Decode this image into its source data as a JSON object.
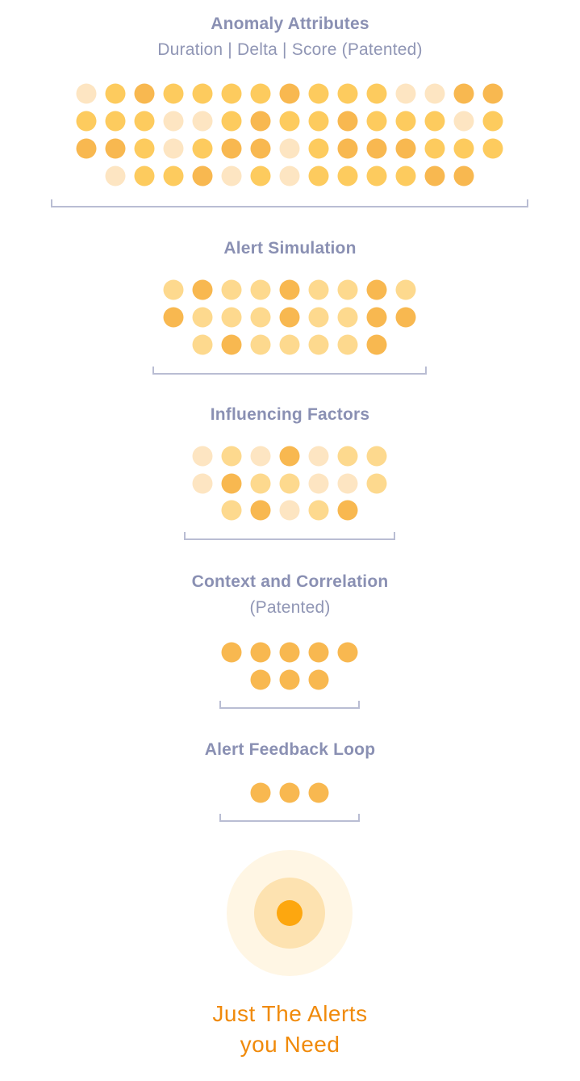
{
  "stages": [
    {
      "title": "Anomaly Attributes",
      "subtitle": "Duration | Delta | Score (Patented)",
      "dot_rows": [
        [
          "light",
          "mid",
          "dark",
          "mid",
          "mid",
          "mid",
          "mid",
          "dark",
          "mid",
          "mid",
          "mid",
          "light",
          "light",
          "dark",
          "dark"
        ],
        [
          "mid",
          "mid",
          "mid",
          "light",
          "light",
          "mid",
          "dark",
          "mid",
          "mid",
          "dark",
          "mid",
          "mid",
          "mid",
          "light",
          "mid"
        ],
        [
          "dark",
          "dark",
          "mid",
          "light",
          "mid",
          "dark",
          "dark",
          "light",
          "mid",
          "dark",
          "dark",
          "dark",
          "mid",
          "mid",
          "mid"
        ],
        [
          "light",
          "mid",
          "mid",
          "dark",
          "light",
          "mid",
          "light",
          "mid",
          "mid",
          "mid",
          "mid",
          "dark",
          "dark"
        ]
      ]
    },
    {
      "title": "Alert Simulation",
      "subtitle": "",
      "dot_rows": [
        [
          "pale",
          "dark",
          "pale",
          "pale",
          "dark",
          "pale",
          "pale",
          "dark",
          "pale"
        ],
        [
          "dark",
          "pale",
          "pale",
          "pale",
          "dark",
          "pale",
          "pale",
          "dark",
          "dark"
        ],
        [
          "pale",
          "dark",
          "pale",
          "pale",
          "pale",
          "pale",
          "dark"
        ]
      ]
    },
    {
      "title": "Influencing Factors",
      "subtitle": "",
      "dot_rows": [
        [
          "light",
          "pale",
          "light",
          "dark",
          "light",
          "pale",
          "pale"
        ],
        [
          "light",
          "dark",
          "pale",
          "pale",
          "light",
          "light",
          "pale"
        ],
        [
          "pale",
          "dark",
          "light",
          "pale",
          "dark"
        ]
      ]
    },
    {
      "title": "Context and Correlation",
      "subtitle": "(Patented)",
      "dot_rows": [
        [
          "dark",
          "dark",
          "dark",
          "dark",
          "dark"
        ],
        [
          "dark",
          "dark",
          "dark"
        ]
      ]
    },
    {
      "title": "Alert Feedback Loop",
      "subtitle": "",
      "dot_rows": [
        [
          "dark",
          "dark",
          "dark"
        ]
      ]
    }
  ],
  "result": {
    "line1": "Just The Alerts",
    "line2": "you Need"
  },
  "colors": {
    "heading": "#8a90b3",
    "subheading": "#9096b5",
    "bracket": "#b9bdd3",
    "dot_light": "#fde5c2",
    "dot_pale": "#fdd98e",
    "dot_mid": "#fdcb5e",
    "dot_dark": "#f8b850",
    "target_outer": "#fff6e4",
    "target_middle": "#fde2b0",
    "target_core": "#fda70f",
    "result_text": "#f08a0a"
  }
}
